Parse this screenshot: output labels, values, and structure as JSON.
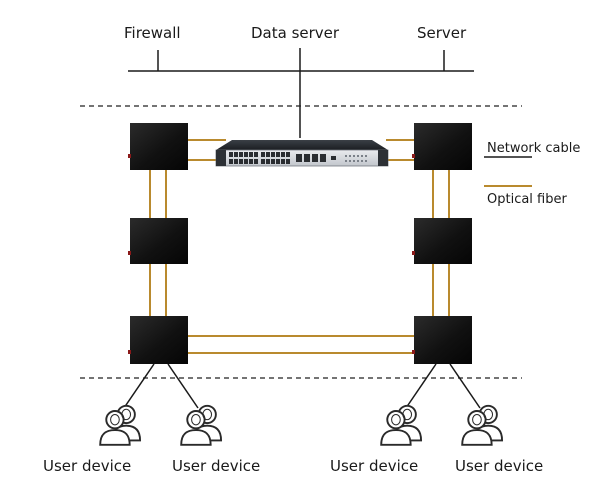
{
  "top_labels": {
    "firewall": "Firewall",
    "data_server": "Data server",
    "server": "Server"
  },
  "legend": {
    "network_cable": "Network cable",
    "optical_fiber": "Optical fiber"
  },
  "user_devices": [
    {
      "label": "User device"
    },
    {
      "label": "User device"
    },
    {
      "label": "User device"
    },
    {
      "label": "User device"
    }
  ],
  "colors": {
    "network_cable": "#1a1a1a",
    "optical_fiber": "#b98a2e",
    "dashed_line": "#222222",
    "device_body": "#141414",
    "user_icon": "#2a2a2a"
  }
}
